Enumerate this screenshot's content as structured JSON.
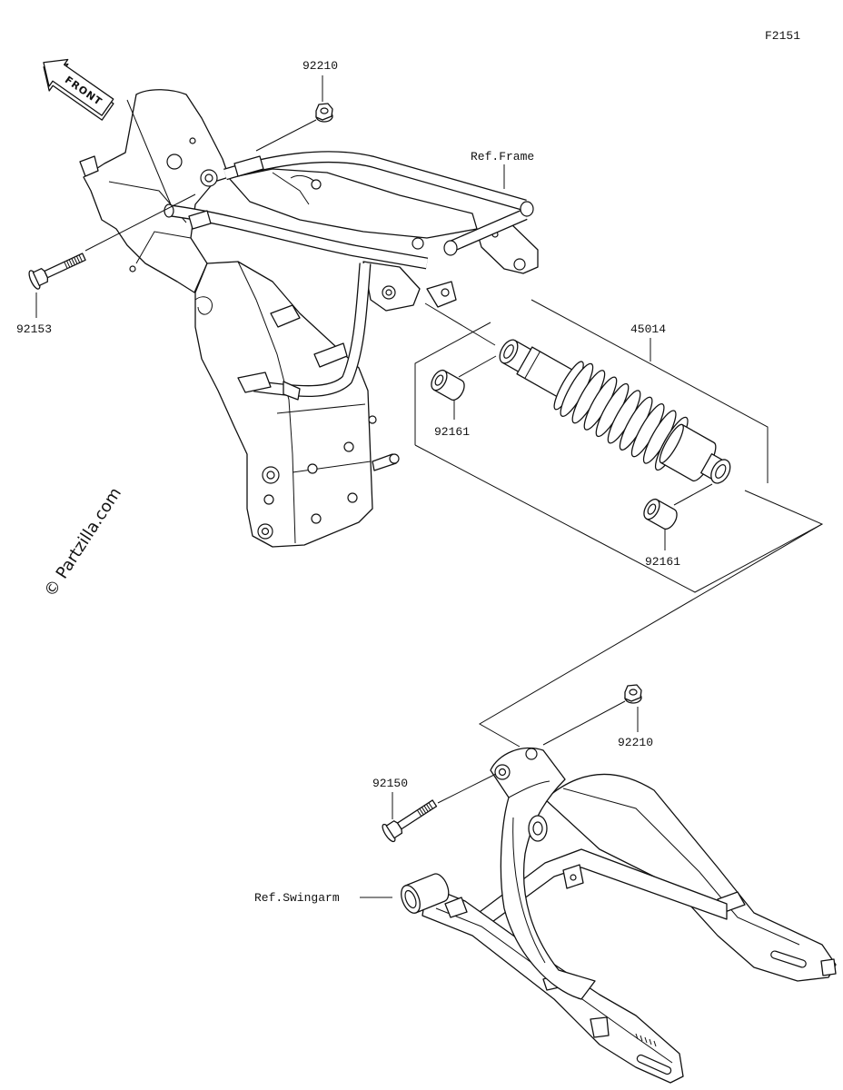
{
  "diagram": {
    "code": "F2151",
    "front_label": "FRONT",
    "watermark": "© Partzilla.com",
    "labels": {
      "p92210_top": "92210",
      "ref_frame": "Ref.Frame",
      "p92153": "92153",
      "p45014": "45014",
      "p92161_left": "92161",
      "p92161_right": "92161",
      "p92210_bottom": "92210",
      "p92150": "92150",
      "ref_swingarm": "Ref.Swingarm"
    }
  }
}
